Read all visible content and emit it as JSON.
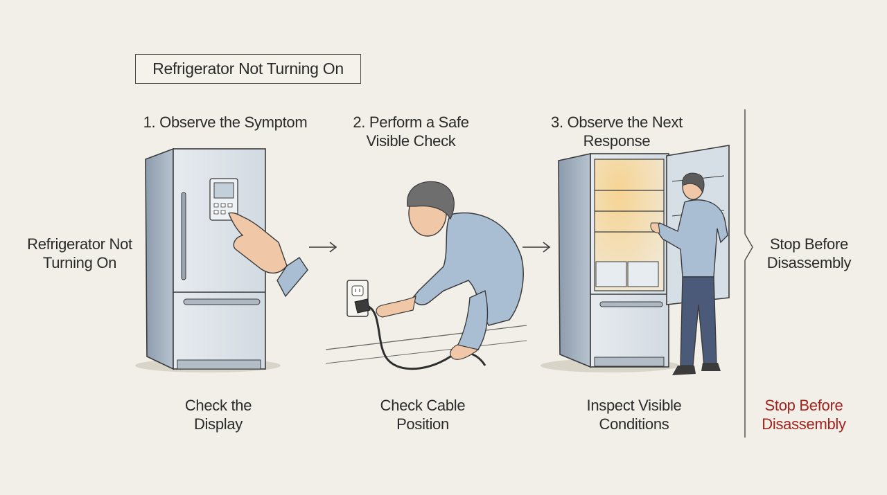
{
  "title": "Refrigerator Not Turning On",
  "start_label": "Refrigerator Not Turning On",
  "steps": [
    {
      "heading": "1. Observe the Symptom",
      "caption": "Check the Display"
    },
    {
      "heading": "2. Perform a Safe Visible Check",
      "caption": "Check Cable Position"
    },
    {
      "heading": "3. Observe the Next Response",
      "caption": "Inspect Visible Conditions"
    }
  ],
  "end_label": "Stop Before Disassembly",
  "end_caption": "Stop Before Disassembly",
  "colors": {
    "background": "#f1efe7",
    "fridge": "#c9d3dc",
    "shirt": "#a9bdd3",
    "pants": "#4a5a78",
    "stop_text": "#a3221e",
    "warm_light": "#f2c06a"
  }
}
